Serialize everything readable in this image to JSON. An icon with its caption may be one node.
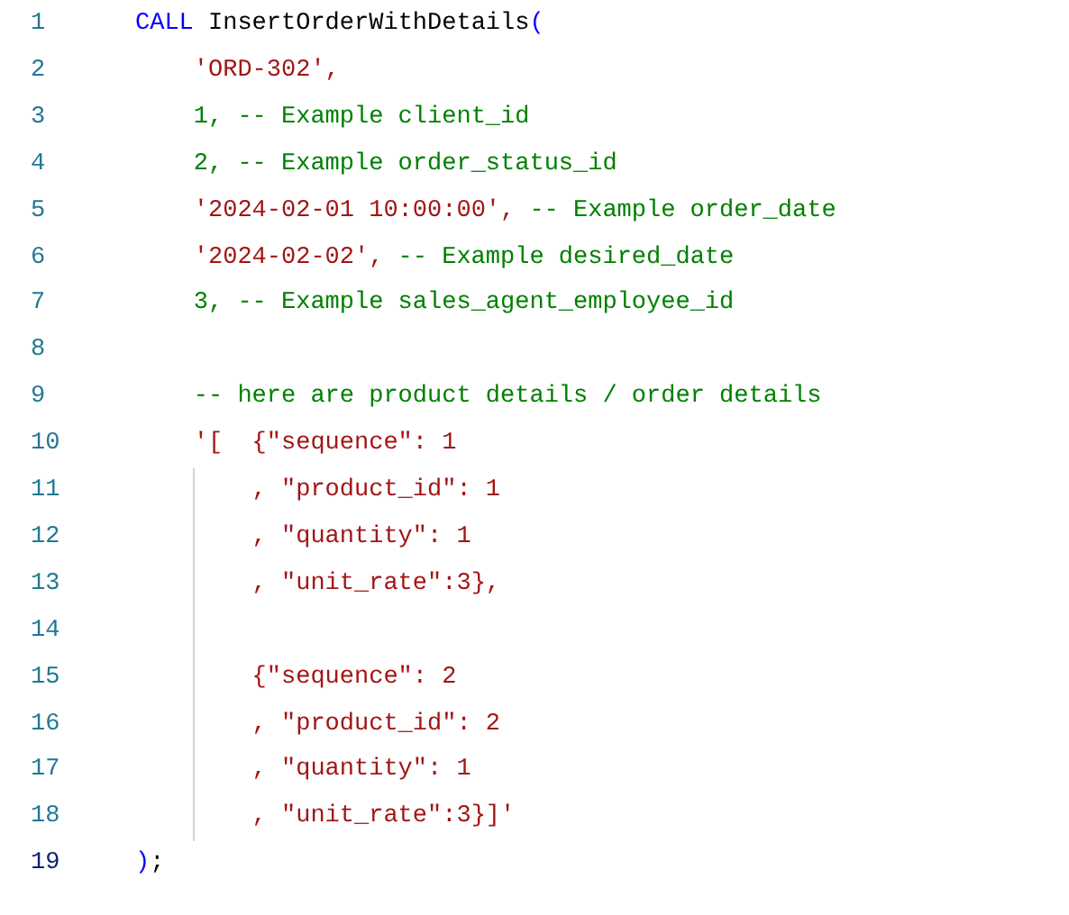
{
  "diagram": {
    "labels": [
      "1",
      "CALL",
      "InsertOrderWithDetails",
      "(",
      "2",
      "'ORD-302',",
      "3",
      "1, -- Example client_id",
      "4",
      "2, -- Example order_status_id",
      "5",
      "'2024-02-01 10:00:00',",
      "-- Example order_date",
      "6",
      "'2024-02-02',",
      "-- Example desired_date",
      "7",
      "3, -- Example sales_agent_employee_id",
      "8",
      "9",
      "-- here are product details / order details",
      "10",
      "'[  {\"sequence\": 1",
      "11",
      ", \"product_id\": 1",
      "12",
      ", \"quantity\": 1",
      "13",
      ", \"unit_rate\":3},",
      "14",
      "15",
      "{\"sequence\": 2",
      "16",
      ", \"product_id\": 2",
      "17",
      ", \"quantity\": 1",
      "18",
      ", \"unit_rate\":3}]'",
      "19",
      ")",
      ";"
    ]
  }
}
